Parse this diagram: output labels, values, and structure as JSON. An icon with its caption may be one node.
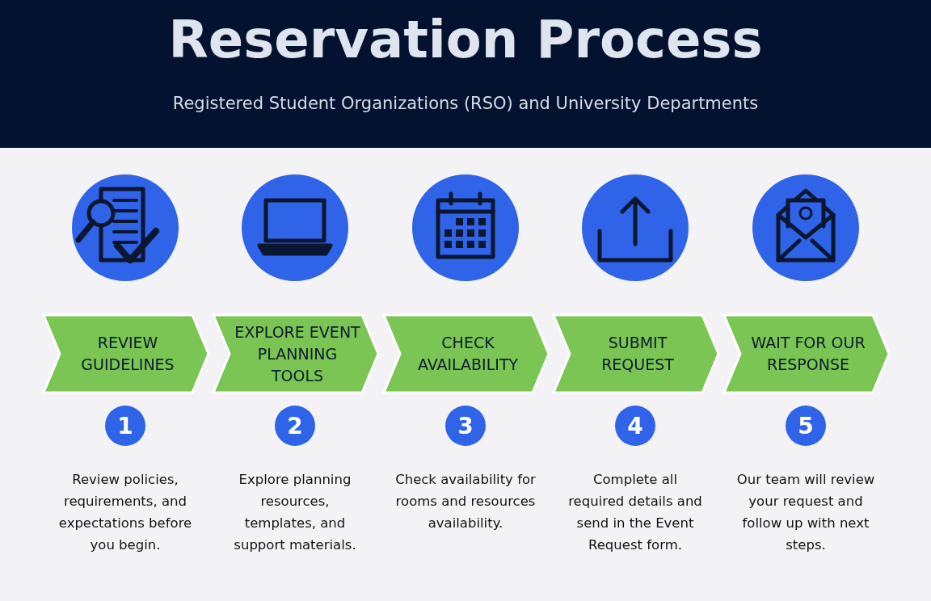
{
  "diagram": {
    "title": "Reservation Process",
    "nodes": [
      {
        "text": [
          "REVIEW GUIDELINES"
        ]
      },
      {
        "text": [
          "EXPLORE EVENT PLANNING TOOLS"
        ]
      },
      {
        "text": [
          "CHECK AVAILABILITY"
        ]
      },
      {
        "text": [
          "SUBMIT REQUEST"
        ]
      },
      {
        "text": [
          "WAIT FOR OUR RESPONSE"
        ]
      },
      {
        "text": [
          "1"
        ]
      },
      {
        "text": [
          "2"
        ]
      },
      {
        "text": [
          "3"
        ]
      },
      {
        "text": [
          "4"
        ]
      },
      {
        "text": [
          "5"
        ]
      }
    ],
    "labels": [
      "Registered Student Organizations (RSO) and University Departments",
      "Review policies, requirements, and expectations before you begin.",
      "Explore planning resources, templates, and support materials.",
      "Check availability for rooms and resources availability.",
      "Complete all required details and send in the Event Request form.",
      "Our team will review your request and follow up with next steps."
    ]
  }
}
